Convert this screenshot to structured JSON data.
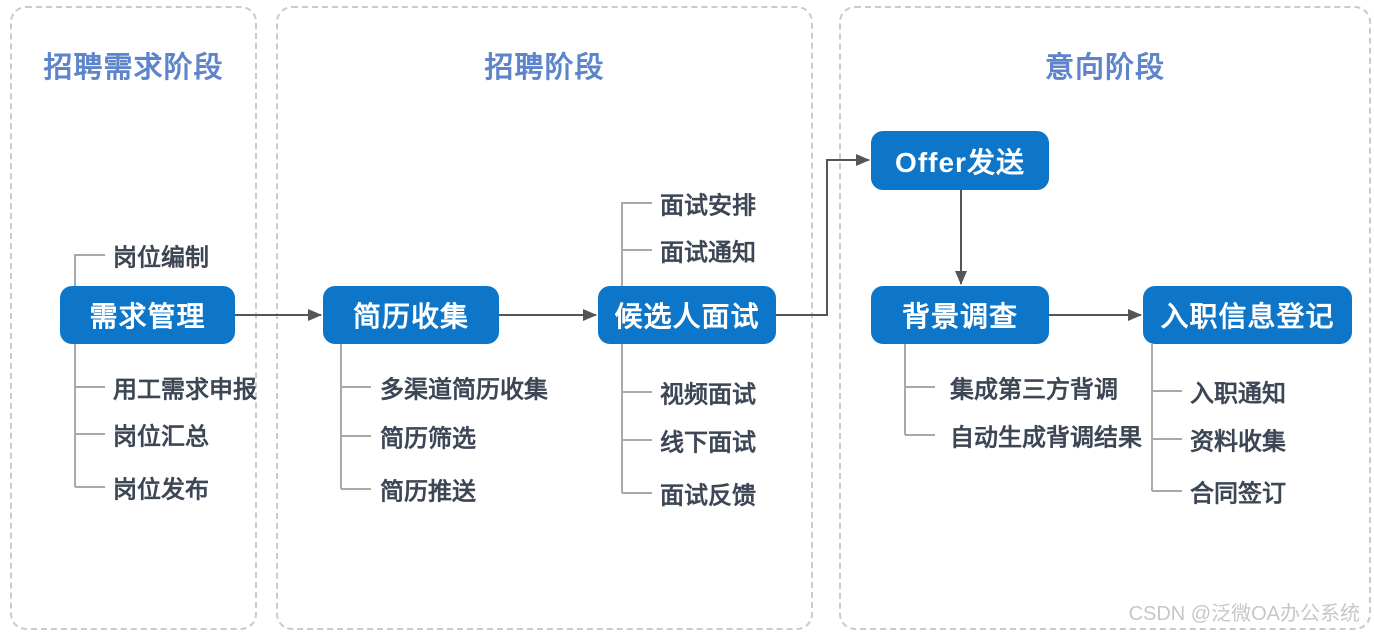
{
  "diagram": {
    "phases": [
      {
        "title": "招聘需求阶段"
      },
      {
        "title": "招聘阶段"
      },
      {
        "title": "意向阶段"
      }
    ],
    "nodes": {
      "demand": "需求管理",
      "resume": "简历收集",
      "interview": "候选人面试",
      "offer": "Offer发送",
      "background": "背景调查",
      "onboarding": "入职信息登记"
    },
    "sub_items": {
      "demand_above": [
        "岗位编制"
      ],
      "demand_below": [
        "用工需求申报",
        "岗位汇总",
        "岗位发布"
      ],
      "resume_below": [
        "多渠道简历收集",
        "简历筛选",
        "简历推送"
      ],
      "interview_above": [
        "面试安排",
        "面试通知"
      ],
      "interview_below": [
        "视频面试",
        "线下面试",
        "面试反馈"
      ],
      "background_below": [
        "集成第三方背调",
        "自动生成背调结果"
      ],
      "onboarding_below": [
        "入职通知",
        "资料收集",
        "合同签订"
      ]
    }
  },
  "watermark": {
    "text": "CSDN @泛微OA办公系统"
  },
  "colors": {
    "node_blue": "#0d76c8",
    "phase_title_blue": "#5e84ca",
    "sub_item_text": "#3d4655",
    "tree_line_gray": "#a9a9a9",
    "arrow_gray": "#555555",
    "panel_border": "#cbcbcb",
    "watermark_gray": "#c7c7c7"
  }
}
